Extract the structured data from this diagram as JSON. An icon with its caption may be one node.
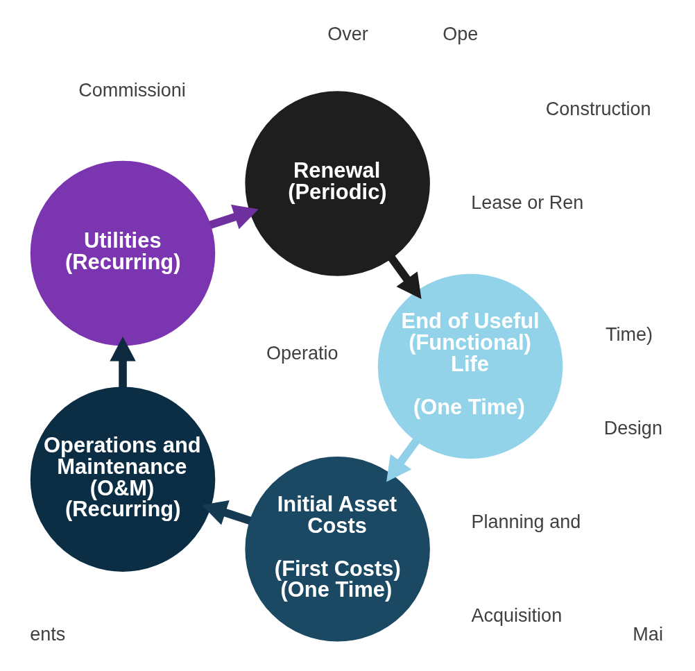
{
  "diagram": {
    "nodes": [
      {
        "text": [
          "Initial Asset Costs",
          "(First Costs) (One Time)"
        ]
      },
      {
        "text": [
          "Operations and Maintenance (O&M) (Recurring)"
        ]
      },
      {
        "text": [
          "Utilities (Recurring)"
        ]
      },
      {
        "text": [
          "Renewal (Periodic)"
        ]
      },
      {
        "text": [
          "End of Useful (Functional) Life",
          "(One Time)"
        ]
      }
    ],
    "edges": [
      {
        "from": 0,
        "to": 1,
        "arrow": "to",
        "color": "#153a52"
      },
      {
        "from": 1,
        "to": 2,
        "arrow": "to",
        "color": "#0d2a3e"
      },
      {
        "from": 2,
        "to": 3,
        "arrow": "to",
        "color": "#7030a0"
      },
      {
        "from": 3,
        "to": 4,
        "arrow": "to",
        "color": "#1c1c1c"
      },
      {
        "from": 4,
        "to": 0,
        "arrow": "to",
        "color": "#8fd0e8"
      }
    ],
    "labels": [
      "Time)",
      "Planning and",
      "Acquisition",
      "Design",
      "Construction",
      "Lease or Ren",
      "Commissioni",
      "Operatio",
      "Mai",
      "Ope",
      "Over",
      "ents"
    ]
  }
}
